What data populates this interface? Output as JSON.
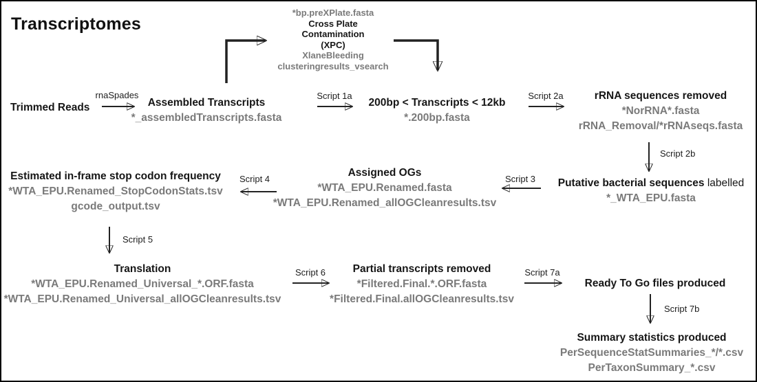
{
  "title": "Transcriptomes",
  "colors": {
    "node_title": "#161616",
    "file_name": "#7a7a7a",
    "arrow": "#222222",
    "background": "#ffffff",
    "border": "#000000"
  },
  "nodes": {
    "xpc": {
      "input_file": "*bp.preXPlate.fasta",
      "title_line1": "Cross Plate",
      "title_line2": "Contamination",
      "title_line3": "(XPC)",
      "file1": "XlaneBleeding",
      "file2": "clusteringresults_vsearch"
    },
    "trimmed_reads": {
      "title": "Trimmed Reads"
    },
    "assembled": {
      "title": "Assembled Transcripts",
      "file1": "*_assembledTranscripts.fasta"
    },
    "size_filtered": {
      "title": "200bp < Transcripts < 12kb",
      "file1": "*.200bp.fasta"
    },
    "rrna_removed": {
      "title": "rRNA sequences removed",
      "file1": "*NorRNA*.fasta",
      "file2": "rRNA_Removal/*rRNAseqs.fasta"
    },
    "bacterial_labelled": {
      "title_bold": "Putative bacterial sequences",
      "title_regular": "labelled",
      "file1": "*_WTA_EPU.fasta"
    },
    "assigned_ogs": {
      "title": "Assigned OGs",
      "file1": "*WTA_EPU.Renamed.fasta",
      "file2": "*WTA_EPU.Renamed_allOGCleanresults.tsv"
    },
    "stop_codon": {
      "title": "Estimated in-frame stop codon frequency",
      "file1": "*WTA_EPU.Renamed_StopCodonStats.tsv",
      "file2": "gcode_output.tsv"
    },
    "translation": {
      "title": "Translation",
      "file1": "*WTA_EPU.Renamed_Universal_*.ORF.fasta",
      "file2": "*WTA_EPU.Renamed_Universal_allOGCleanresults.tsv"
    },
    "partial_removed": {
      "title": "Partial transcripts removed",
      "file1": "*Filtered.Final.*.ORF.fasta",
      "file2": "*Filtered.Final.allOGCleanresults.tsv"
    },
    "ready_to_go": {
      "title": "Ready To Go files produced"
    },
    "summary": {
      "title": "Summary statistics produced",
      "file1": "PerSequenceStatSummaries_*/*.csv",
      "file2": "PerTaxonSummary_*.csv"
    }
  },
  "edge_labels": {
    "rnaspades": "rnaSpades",
    "script_1a": "Script 1a",
    "script_2a": "Script 2a",
    "script_2b": "Script 2b",
    "script_3": "Script 3",
    "script_4": "Script 4",
    "script_5": "Script 5",
    "script_6": "Script 6",
    "script_7a": "Script 7a",
    "script_7b": "Script 7b"
  }
}
